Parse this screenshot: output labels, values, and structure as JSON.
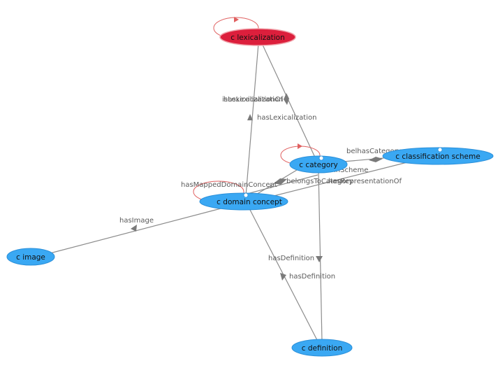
{
  "colors": {
    "node_fill": "#3aa8f3",
    "node_stroke": "#2a8fd9",
    "selected_fill": "#dc1f3c",
    "selected_stroke": "#f0a0a8",
    "edge": "#8c8c8c",
    "self_loop": "#e06060"
  },
  "nodes": [
    {
      "id": "lexicalization",
      "label": "c lexicalization",
      "selected": true
    },
    {
      "id": "category",
      "label": "c category",
      "selected": false
    },
    {
      "id": "classification-scheme",
      "label": "c classification scheme",
      "selected": false
    },
    {
      "id": "domain-concept",
      "label": "c domain concept",
      "selected": false
    },
    {
      "id": "image",
      "label": "c image",
      "selected": false
    },
    {
      "id": "definition",
      "label": "c definition",
      "selected": false
    }
  ],
  "edges": [
    {
      "label": "hasLexicalization"
    },
    {
      "label": "isLexicalizationOf"
    },
    {
      "label": "hasLexicalization"
    },
    {
      "label": "belhasCategory"
    },
    {
      "label": "inScheme"
    },
    {
      "label": "hasMappedDomainConcept"
    },
    {
      "label": "belongsToCategory"
    },
    {
      "label": "hasRepresentationOf"
    },
    {
      "label": "hasImage"
    },
    {
      "label": "hasDefinition"
    },
    {
      "label": "hasDefinition"
    }
  ]
}
